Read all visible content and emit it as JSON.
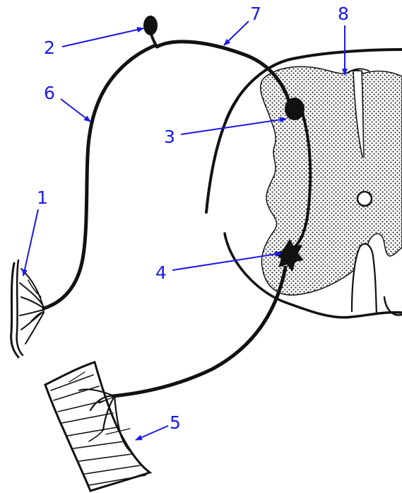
{
  "colors": {
    "label": "#1a1ae6",
    "ink": "#111111",
    "background": "#ffffff"
  },
  "labels": {
    "n1": "1",
    "n2": "2",
    "n3": "3",
    "n4": "4",
    "n5": "5",
    "n6": "6",
    "n7": "7",
    "n8": "8"
  }
}
